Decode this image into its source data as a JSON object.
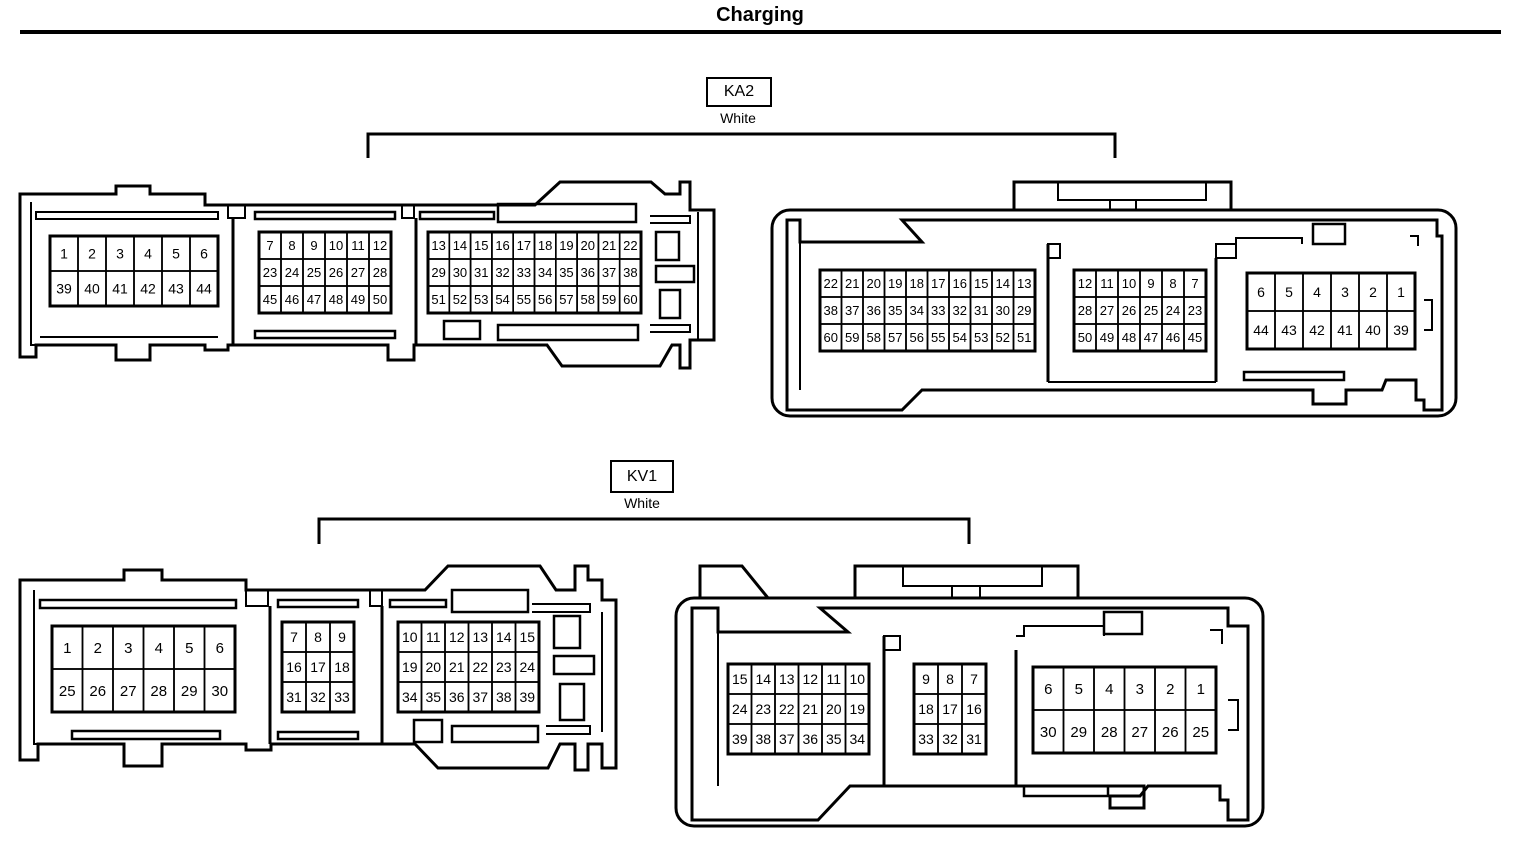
{
  "title": "Charging",
  "connectors": [
    {
      "id": "KA2",
      "color": "White",
      "left_view": {
        "groups": [
          {
            "rows": [
              [
                "1",
                "2",
                "3",
                "4",
                "5",
                "6"
              ],
              [
                "39",
                "40",
                "41",
                "42",
                "43",
                "44"
              ]
            ]
          },
          {
            "rows": [
              [
                "7",
                "8",
                "9",
                "10",
                "11",
                "12"
              ],
              [
                "23",
                "24",
                "25",
                "26",
                "27",
                "28"
              ],
              [
                "45",
                "46",
                "47",
                "48",
                "49",
                "50"
              ]
            ]
          },
          {
            "rows": [
              [
                "13",
                "14",
                "15",
                "16",
                "17",
                "18",
                "19",
                "20",
                "21",
                "22"
              ],
              [
                "29",
                "30",
                "31",
                "32",
                "33",
                "34",
                "35",
                "36",
                "37",
                "38"
              ],
              [
                "51",
                "52",
                "53",
                "54",
                "55",
                "56",
                "57",
                "58",
                "59",
                "60"
              ]
            ]
          }
        ]
      },
      "right_view": {
        "groups": [
          {
            "rows": [
              [
                "22",
                "21",
                "20",
                "19",
                "18",
                "17",
                "16",
                "15",
                "14",
                "13"
              ],
              [
                "38",
                "37",
                "36",
                "35",
                "34",
                "33",
                "32",
                "31",
                "30",
                "29"
              ],
              [
                "60",
                "59",
                "58",
                "57",
                "56",
                "55",
                "54",
                "53",
                "52",
                "51"
              ]
            ]
          },
          {
            "rows": [
              [
                "12",
                "11",
                "10",
                "9",
                "8",
                "7"
              ],
              [
                "28",
                "27",
                "26",
                "25",
                "24",
                "23"
              ],
              [
                "50",
                "49",
                "48",
                "47",
                "46",
                "45"
              ]
            ]
          },
          {
            "rows": [
              [
                "6",
                "5",
                "4",
                "3",
                "2",
                "1"
              ],
              [
                "44",
                "43",
                "42",
                "41",
                "40",
                "39"
              ]
            ]
          }
        ]
      }
    },
    {
      "id": "KV1",
      "color": "White",
      "left_view": {
        "groups": [
          {
            "rows": [
              [
                "1",
                "2",
                "3",
                "4",
                "5",
                "6"
              ],
              [
                "25",
                "26",
                "27",
                "28",
                "29",
                "30"
              ]
            ]
          },
          {
            "rows": [
              [
                "7",
                "8",
                "9"
              ],
              [
                "16",
                "17",
                "18"
              ],
              [
                "31",
                "32",
                "33"
              ]
            ]
          },
          {
            "rows": [
              [
                "10",
                "11",
                "12",
                "13",
                "14",
                "15"
              ],
              [
                "19",
                "20",
                "21",
                "22",
                "23",
                "24"
              ],
              [
                "34",
                "35",
                "36",
                "37",
                "38",
                "39"
              ]
            ]
          }
        ]
      },
      "right_view": {
        "groups": [
          {
            "rows": [
              [
                "15",
                "14",
                "13",
                "12",
                "11",
                "10"
              ],
              [
                "24",
                "23",
                "22",
                "21",
                "20",
                "19"
              ],
              [
                "39",
                "38",
                "37",
                "36",
                "35",
                "34"
              ]
            ]
          },
          {
            "rows": [
              [
                "9",
                "8",
                "7"
              ],
              [
                "18",
                "17",
                "16"
              ],
              [
                "33",
                "32",
                "31"
              ]
            ]
          },
          {
            "rows": [
              [
                "6",
                "5",
                "4",
                "3",
                "2",
                "1"
              ],
              [
                "30",
                "29",
                "28",
                "27",
                "26",
                "25"
              ]
            ]
          }
        ]
      }
    }
  ]
}
